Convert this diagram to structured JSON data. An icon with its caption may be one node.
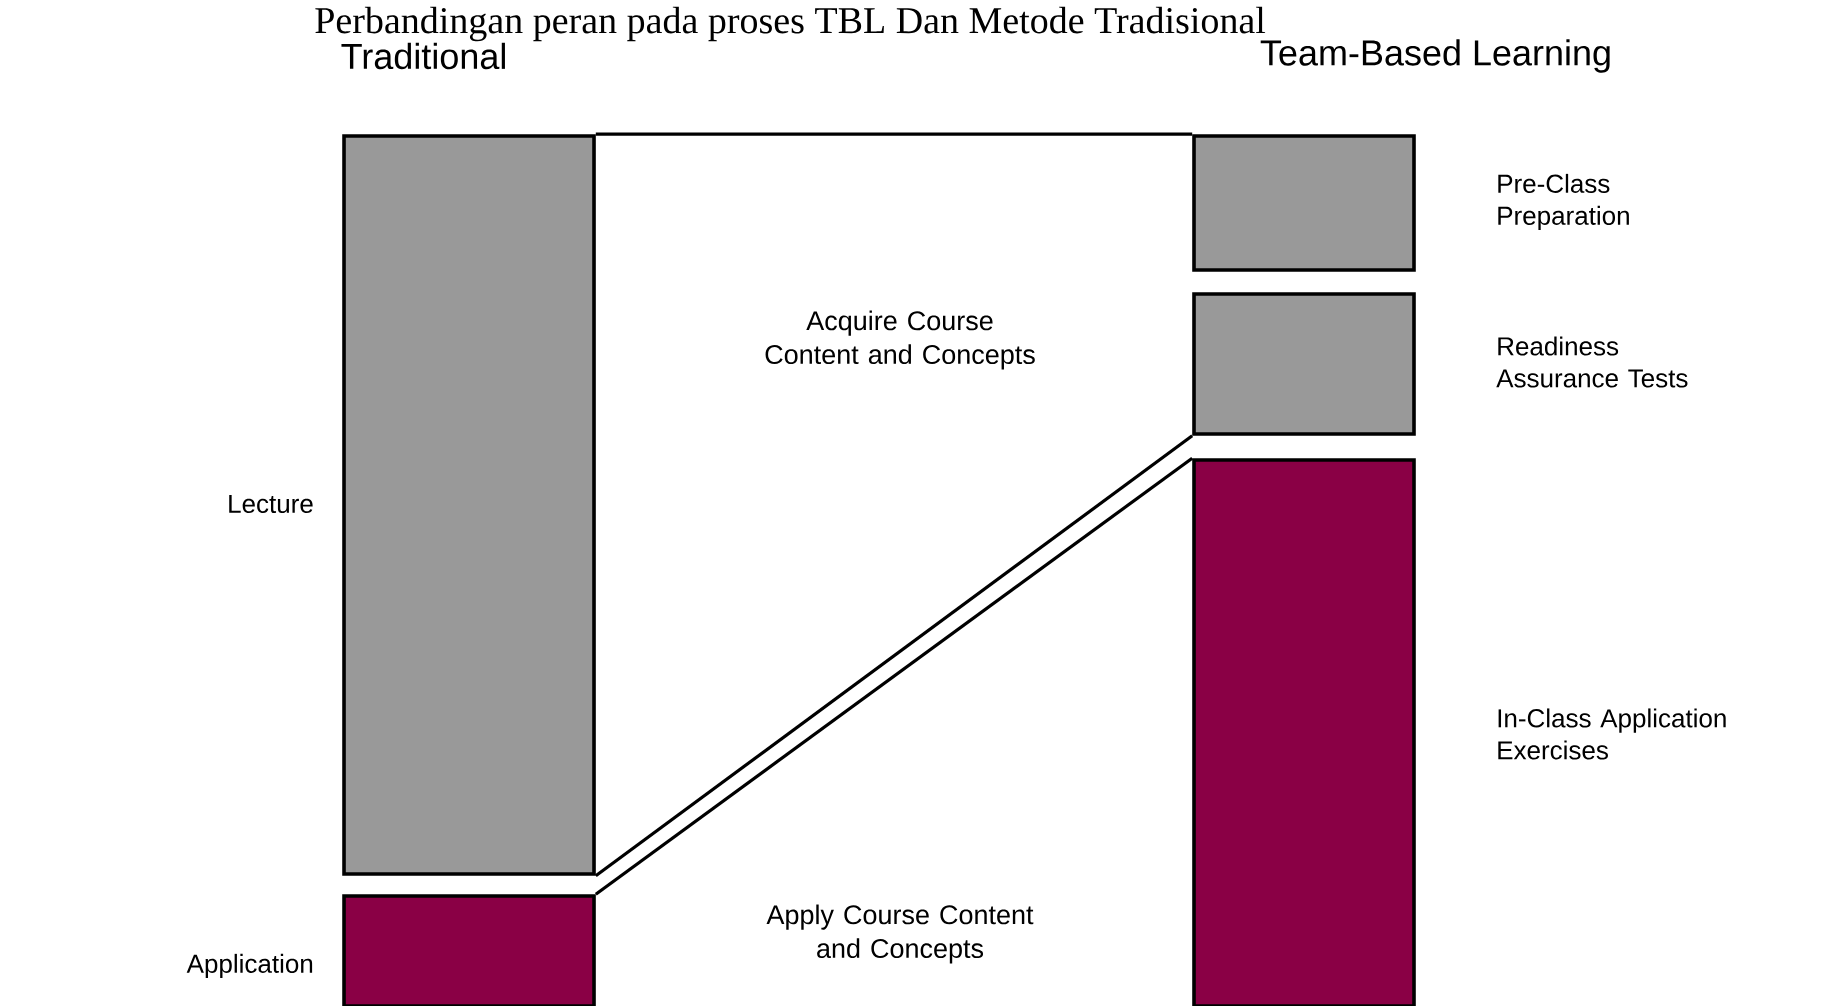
{
  "diagram": {
    "title": "Perbandingan peran pada proses TBL Dan Metode Tradisional",
    "nodes": [
      {
        "text": [],
        "shape": "bar",
        "beside": [
          "Lecture"
        ]
      },
      {
        "text": [],
        "shape": "bar",
        "beside": [
          "Application"
        ]
      },
      {
        "text": [],
        "shape": "bar",
        "beside": [
          "Pre-Class Preparation"
        ]
      },
      {
        "text": [],
        "shape": "bar",
        "beside": [
          "Readiness Assurance Tests"
        ]
      },
      {
        "text": [],
        "shape": "bar",
        "beside": [
          "In-Class Application Exercises"
        ]
      }
    ],
    "edges": [
      {
        "from": 0,
        "to": 2,
        "arrow": "none"
      },
      {
        "from": 0,
        "to": 3,
        "arrow": "none"
      },
      {
        "from": 1,
        "to": 4,
        "arrow": "none"
      }
    ],
    "labels": [
      "Traditional",
      "Team-Based Learning",
      "Acquire Course Content and Concepts",
      "Apply Course Content and Concepts"
    ]
  }
}
